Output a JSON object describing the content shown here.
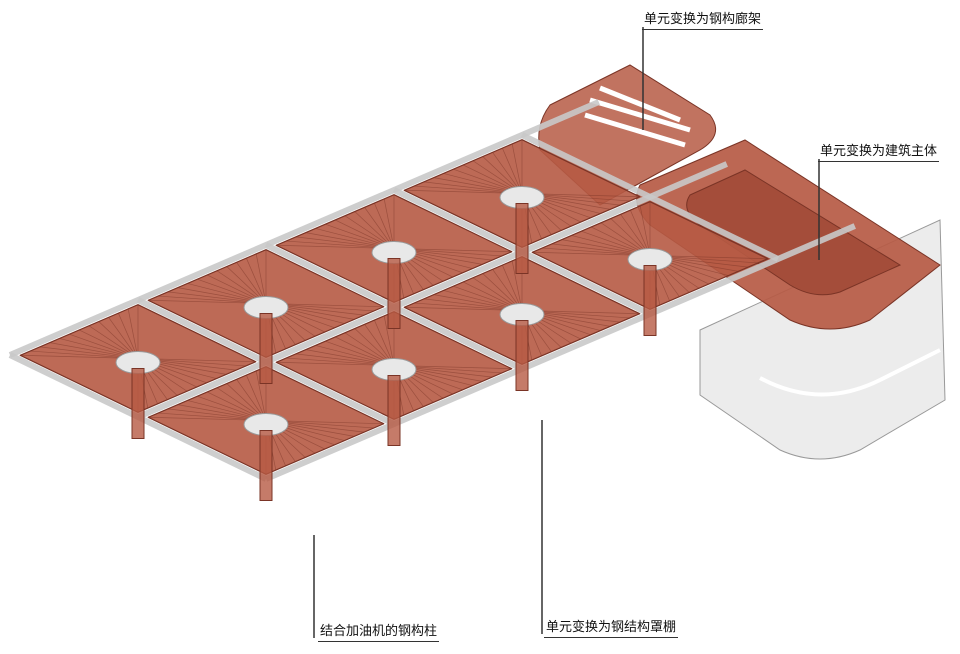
{
  "labels": {
    "corridor": "单元变换为钢构廊架",
    "main_building": "单元变换为建筑主体",
    "column": "结合加油机的钢构柱",
    "canopy": "单元变换为钢结构罩棚"
  },
  "colors": {
    "canopy_fill": "#b65a44",
    "canopy_stroke": "#7a3426",
    "beam": "#c9c9c9",
    "glass": "#e6e6e6"
  }
}
